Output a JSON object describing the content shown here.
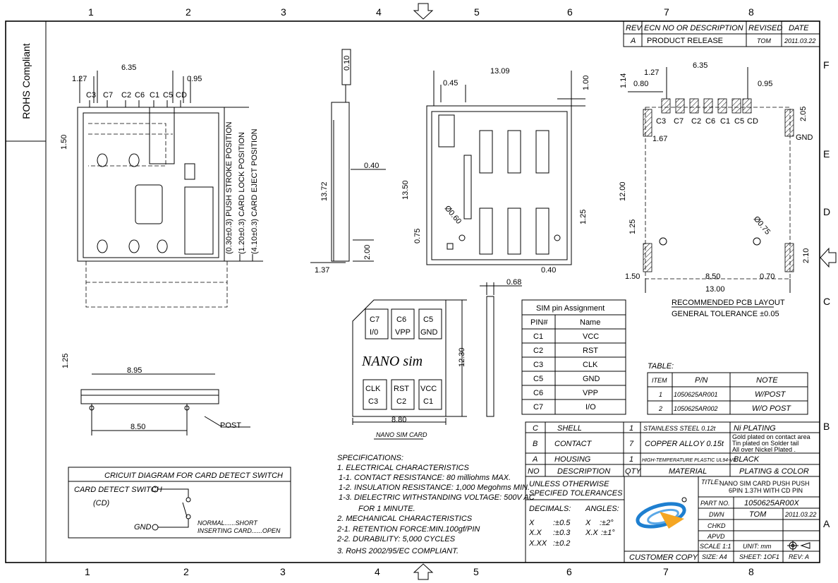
{
  "grid": {
    "cols": [
      "1",
      "2",
      "3",
      "4",
      "5",
      "6",
      "7",
      "8"
    ],
    "rows": [
      "F",
      "E",
      "D",
      "C",
      "B",
      "A"
    ]
  },
  "rohs": "ROHS Compliant",
  "revision": {
    "headers": [
      "REV.",
      "ECN NO OR DESCRIPTION",
      "REVISED",
      "DATE"
    ],
    "row": [
      "A",
      "PRODUCT RELEASE",
      "TOM",
      "2011.03.22"
    ]
  },
  "front_view": {
    "pins": [
      "C3",
      "C7",
      "C2",
      "C6",
      "C1",
      "C5",
      "CD"
    ],
    "dims": [
      "1.27",
      "6.35",
      "0.95",
      "1.50"
    ],
    "notes": [
      "(0.30±0.3) PUSH STROKE POSITION",
      "(1.20±0.3) CARD LOCK POSITION",
      "(4.10±0.3) CARD EJECT POSITION"
    ]
  },
  "side_view": {
    "dims": [
      "0.10",
      "13.72",
      "0.40",
      "2.00",
      "1.37"
    ]
  },
  "top_view": {
    "dims": [
      "13.09",
      "0.45",
      "1.00",
      "13.50",
      "1.25",
      "0.75",
      "Ø0.60",
      "0.40"
    ]
  },
  "pcb_layout": {
    "pins": [
      "C3",
      "C7",
      "C2",
      "C6",
      "C1",
      "C5",
      "CD"
    ],
    "gnd": "GND",
    "dims": [
      "1.14",
      "1.27",
      "6.35",
      "0.80",
      "0.95",
      "2.05",
      "1.67",
      "12.00",
      "1.25",
      "Ø0.75",
      "2.10",
      "1.50",
      "8.50",
      "0.70",
      "13.00"
    ],
    "caption": "RECOMMENDED PCB LAYOUT",
    "tolerance": "GENERAL TOLERANCE ±0.05"
  },
  "bottom_view": {
    "dims": [
      "1.25",
      "8.95",
      "8.50"
    ],
    "post": "POST"
  },
  "card_thickness": "0.68",
  "nano_card": {
    "top": [
      [
        "C7",
        "I/0"
      ],
      [
        "C6",
        "VPP"
      ],
      [
        "C5",
        "GND"
      ]
    ],
    "bottom": [
      [
        "CLK",
        "C3"
      ],
      [
        "RST",
        "C2"
      ],
      [
        "VCC",
        "C1"
      ]
    ],
    "label": "NANO  sim",
    "height": "12.30",
    "width": "8.80",
    "caption": "NANO SIM CARD"
  },
  "sim_pin_table": {
    "title": "SIM pin Assignment",
    "headers": [
      "PIN#",
      "Name"
    ],
    "rows": [
      [
        "C1",
        "VCC"
      ],
      [
        "C2",
        "RST"
      ],
      [
        "C3",
        "CLK"
      ],
      [
        "C5",
        "GND"
      ],
      [
        "C6",
        "VPP"
      ],
      [
        "C7",
        "I/O"
      ]
    ]
  },
  "pn_table": {
    "label": "TABLE:",
    "headers": [
      "ITEM",
      "P/N",
      "NOTE"
    ],
    "rows": [
      [
        "1",
        "1050625AR001",
        "W/POST"
      ],
      [
        "2",
        "1050625AR002",
        "W/O POST"
      ]
    ]
  },
  "bom": {
    "rows": [
      [
        "C",
        "SHELL",
        "1",
        "STAINLESS STEEL 0.12t",
        "Ni PLATING"
      ],
      [
        "B",
        "CONTACT",
        "7",
        "COPPER ALLOY 0.15t",
        "Gold plated on contact area|Tin plated on Solder tail|All over Nickel Plated ."
      ],
      [
        "A",
        "HOUSING",
        "1",
        "HIGH-TEMPERATURE PLASTIC UL94-V0",
        "BLACK"
      ]
    ],
    "headers": [
      "NO",
      "DESCRIPTION",
      "QTY",
      "MATERIAL",
      "PLATING & COLOR"
    ]
  },
  "title_block": {
    "tol1": "UNLESS OTHERWISE",
    "tol2": "SPECIFED TOLERANCES",
    "decimals": "DECIMALS:",
    "angles": "ANGLES:",
    "tols": [
      [
        "X",
        ":±0.5",
        "X",
        ":±2°"
      ],
      [
        "X.X",
        ":±0.3",
        "X.X",
        ":±1°"
      ],
      [
        "X.XX",
        ":±0.2",
        "",
        ""
      ]
    ],
    "title_label": "TITLE:",
    "title1": "NANO SIM CARD PUSH PUSH",
    "title2": "6PIN 1.37H WITH CD PIN",
    "part_label": "PART NO.",
    "part_no": "1050625AR00X",
    "dwn": "DWN",
    "dwn_name": "TOM",
    "dwn_date": "2011.03.22",
    "chkd": "CHKD",
    "apvd": "APVD",
    "scale": "SCALE 1:1",
    "unit": "UNIT:  mm",
    "customer": "CUSTOMER COPY",
    "size": "SIZE: A4",
    "sheet": "SHEET: 1OF1",
    "rev": "REV:  A",
    "logo_colors": [
      "#1e7fd0",
      "#f5a623"
    ]
  },
  "specs": [
    "SPECIFICATIONS:",
    "1. ELECTRICAL CHARACTERISTICS",
    " 1-1. CONTACT RESISTANCE: 80 milliohms   MAX.",
    " 1-2. INSULATION RESISTANCE: 1,000 Megohms MIN.",
    " 1-3. DIELECTRIC WITHSTANDING VOLTAGE: 500V AC",
    "       FOR 1 MINUTE.",
    "2. MECHANICAL CHARACTERISTICS",
    "2-1. RETENTION FORCE:MIN.100gf/PIN",
    "2-2. DURABILITY: 5,000 CYCLES",
    "3. RoHS 2002/95/EC COMPLIANT."
  ],
  "circuit": {
    "title": "CRICUIT DIAGRAM FOR CARD DETECT SWITCH",
    "switch": "CARD DETECT SWITCH",
    "cd": "(CD)",
    "gnd": "GND",
    "normal": "NORMAL......SHORT",
    "inserting": "INSERTING CARD......OPEN"
  }
}
